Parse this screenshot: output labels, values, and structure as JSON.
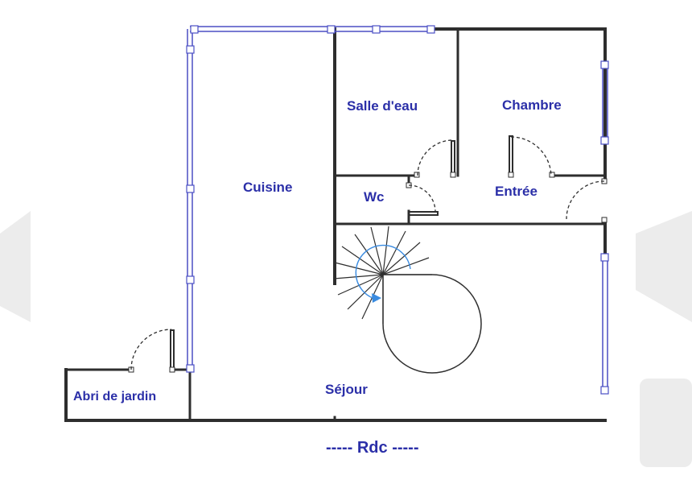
{
  "rooms": {
    "salle_deau": "Salle d'eau",
    "chambre": "Chambre",
    "cuisine": "Cuisine",
    "wc": "Wc",
    "entree": "Entrée",
    "sejour": "Séjour",
    "abri": "Abri de jardin"
  },
  "floor_label": "----- Rdc -----",
  "colors": {
    "wall": "#2e2e2e",
    "window": "#4b4fc4",
    "label": "#2b2fa8",
    "stair_arrow": "#3a8be0",
    "watermark": "#ececec"
  },
  "icons": {
    "stair": "spiral-staircase-icon",
    "door": "door-swing-icon",
    "window": "window-icon"
  }
}
